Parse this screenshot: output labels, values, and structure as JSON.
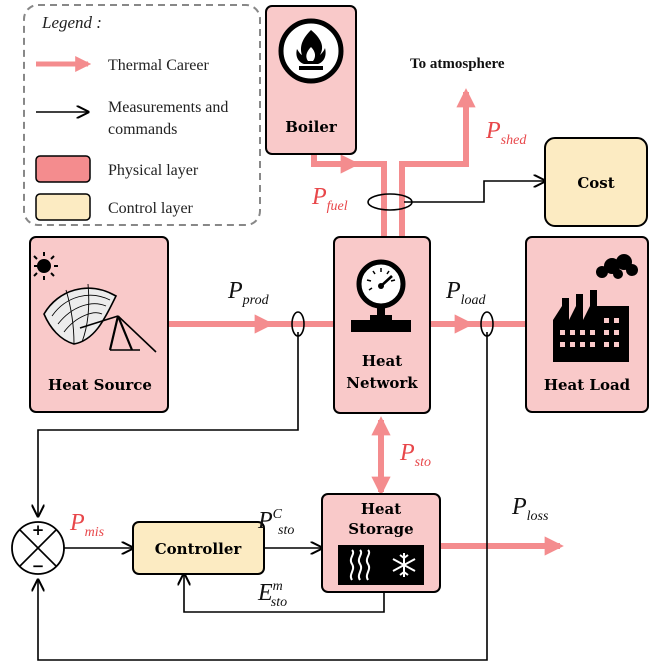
{
  "colors": {
    "thermal": "#f48c8e",
    "physical_fill": "#f9c9c9",
    "control_fill": "#fcebc2",
    "stroke": "#000000",
    "variable_red": "#e8474a"
  },
  "legend": {
    "title": "Legend :",
    "thermal": "Thermal Career",
    "measurements_line1": "Measurements and",
    "measurements_line2": "commands",
    "physical": "Physical layer",
    "control": "Control layer"
  },
  "boxes": {
    "boiler": "Boiler",
    "cost": "Cost",
    "heat_source": "Heat Source",
    "heat_network_line1": "Heat",
    "heat_network_line2": "Network",
    "heat_load": "Heat Load",
    "heat_storage_line1": "Heat",
    "heat_storage_line2": "Storage",
    "controller": "Controller"
  },
  "annotations": {
    "to_atmosphere": "To atmosphere"
  },
  "variables": {
    "p_shed": {
      "symbol": "P",
      "sub": "shed"
    },
    "p_fuel": {
      "symbol": "P",
      "sub": "fuel"
    },
    "p_prod": {
      "symbol": "P",
      "sub": "prod"
    },
    "p_load": {
      "symbol": "P",
      "sub": "load"
    },
    "p_sto": {
      "symbol": "P",
      "sub": "sto"
    },
    "p_mis": {
      "symbol": "P",
      "sub": "mis"
    },
    "p_c_sto": {
      "symbol": "P",
      "sup": "C",
      "sub": "sto"
    },
    "e_m_sto": {
      "symbol": "E",
      "sup": "m",
      "sub": "sto"
    },
    "p_loss": {
      "symbol": "P",
      "sub": "loss"
    }
  },
  "summing_junction": {
    "plus": "+",
    "minus": "−"
  },
  "icons": {
    "boiler": "flame-icon",
    "heat_source": "solar-dish-icon",
    "sun": "sun-icon",
    "heat_network": "pressure-gauge-icon",
    "heat_load": "factory-icon",
    "heat_storage": "heat-and-snowflake-icon"
  }
}
